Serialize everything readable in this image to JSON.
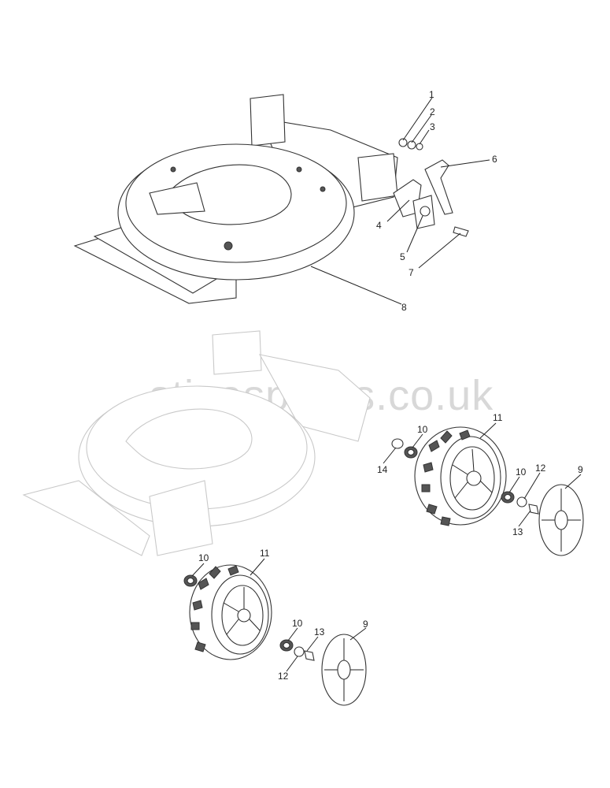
{
  "watermark": "stigaspares.co.uk",
  "callouts": {
    "c1": "1",
    "c2": "2",
    "c3": "3",
    "c4": "4",
    "c5": "5",
    "c6": "6",
    "c7": "7",
    "c8": "8",
    "c9a": "9",
    "c10a": "10",
    "c11a": "11",
    "c12a": "12",
    "c13a": "13",
    "c14": "14",
    "c10b": "10",
    "c9b": "9",
    "c10c": "10",
    "c11b": "11",
    "c10d": "10",
    "c12b": "12",
    "c13b": "13"
  },
  "colors": {
    "line": "#333333",
    "ghost": "#c9c9c9",
    "watermark": "#d8d8d8"
  }
}
